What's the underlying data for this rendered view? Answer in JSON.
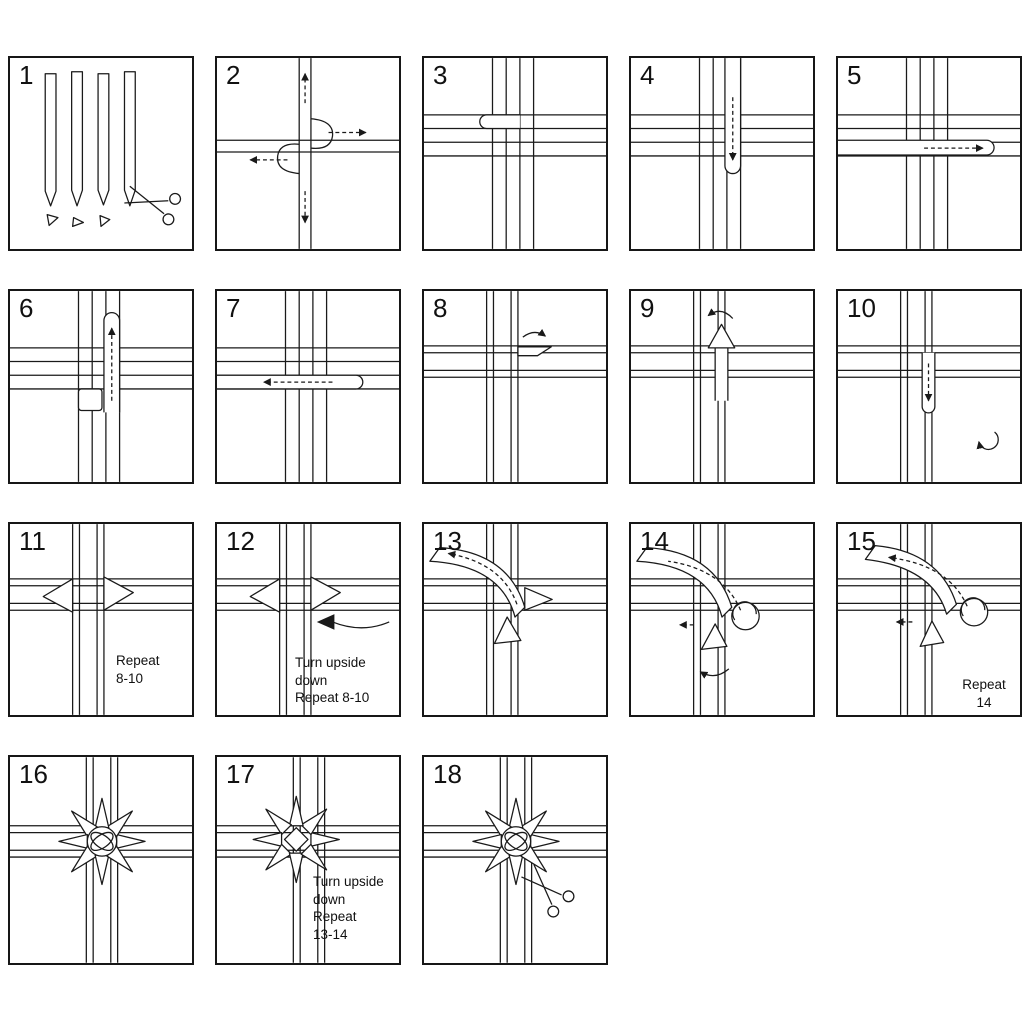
{
  "canvas": {
    "background": "#ffffff",
    "line_color": "#1a1a1a"
  },
  "steps": [
    {
      "number": "1",
      "icons": [
        "paper-strips",
        "offcut-triangles",
        "scissors-icon"
      ]
    },
    {
      "number": "2"
    },
    {
      "number": "3"
    },
    {
      "number": "4"
    },
    {
      "number": "5"
    },
    {
      "number": "6"
    },
    {
      "number": "7"
    },
    {
      "number": "8"
    },
    {
      "number": "9"
    },
    {
      "number": "10"
    },
    {
      "number": "11",
      "note": "Repeat\n8-10"
    },
    {
      "number": "12",
      "note": "Turn upside\ndown\nRepeat 8-10"
    },
    {
      "number": "13"
    },
    {
      "number": "14"
    },
    {
      "number": "15",
      "note": "Repeat\n14"
    },
    {
      "number": "16"
    },
    {
      "number": "17",
      "note": "Turn upside\ndown\nRepeat\n13-14"
    },
    {
      "number": "18",
      "icons": [
        "scissors-icon"
      ]
    }
  ]
}
